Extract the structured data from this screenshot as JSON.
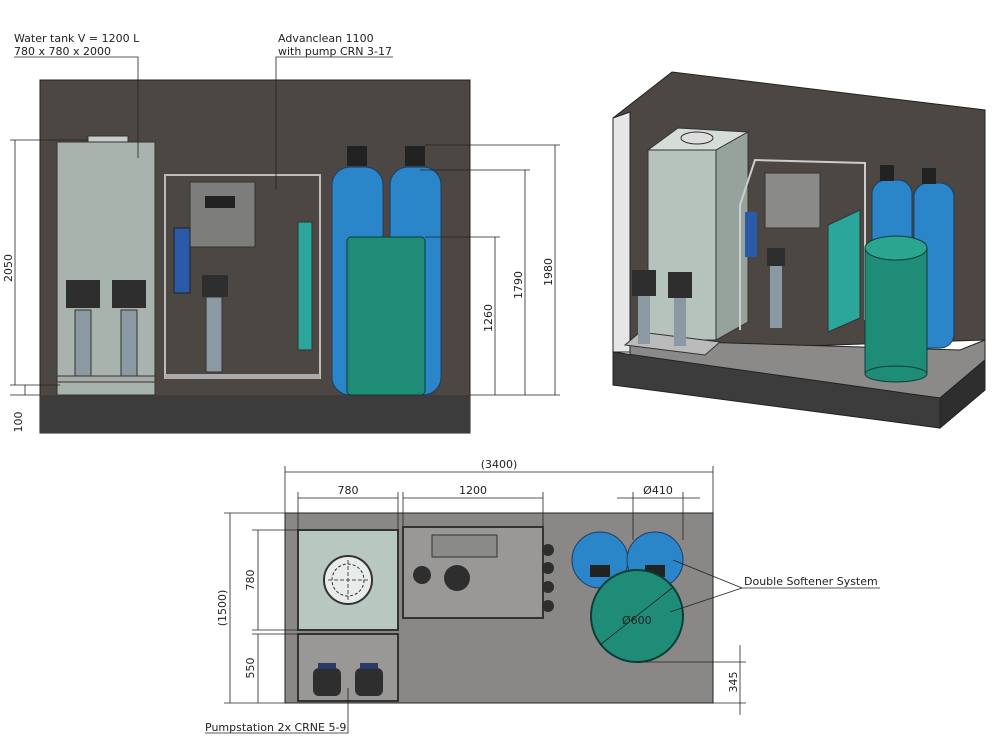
{
  "labels": {
    "water_tank_line1": "Water tank V = 1200 L",
    "water_tank_line2": "780 x 780 x 2000",
    "advanclean_line1": "Advanclean 1100",
    "advanclean_line2": "with pump CRN 3-17",
    "double_softener": "Double Softener System",
    "pumpstation": "Pumpstation 2x CRNE 5-9"
  },
  "front_dimensions": {
    "total_height": "2050",
    "floor": "100",
    "brine_tank_height": "1260",
    "softener_height": "1790",
    "softener_valve_height": "1980"
  },
  "plan_dimensions": {
    "total_length": "(3400)",
    "tank_width": "780",
    "advanclean_width": "1200",
    "softener_diameter": "Ø410",
    "total_depth": "(1500)",
    "tank_depth": "780",
    "pump_depth": "550",
    "brine_diameter": "Ø600",
    "brine_offset": "345"
  },
  "colors": {
    "room": "#4d4743",
    "floor": "#3c3c3c",
    "tank": "#a9b3ae",
    "softener": "#2a86c8",
    "brine": "#1f8c78"
  }
}
